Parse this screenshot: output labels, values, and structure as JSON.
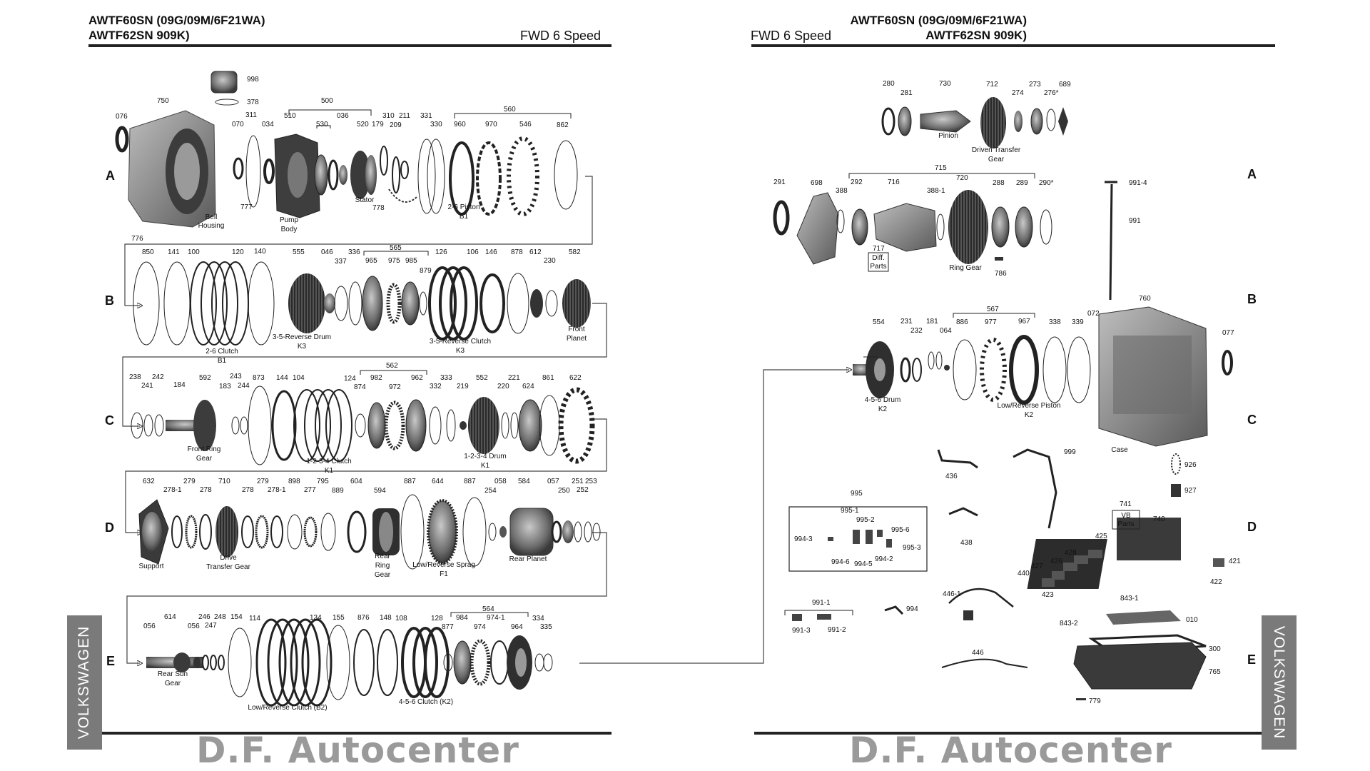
{
  "left_page": {
    "header_line1": "AWTF60SN (09G/09M/6F21WA)",
    "header_line2": "AWTF62SN 909K)",
    "subtitle": "FWD 6 Speed",
    "side_tab": "VOLKSWAGEN",
    "watermark": "D.F. Autocenter"
  },
  "right_page": {
    "header_line1": "AWTF60SN (09G/09M/6F21WA)",
    "header_line2": "AWTF62SN 909K)",
    "subtitle": "FWD 6 Speed",
    "side_tab": "VOLKSWAGEN",
    "watermark": "D.F. Autocenter"
  },
  "rows": [
    "A",
    "B",
    "C",
    "D",
    "E"
  ],
  "left_numbers": {
    "A": [
      "998",
      "378",
      "750",
      "311",
      "034",
      "070",
      "500",
      "510",
      "530",
      "036",
      "520",
      "179",
      "310",
      "209",
      "211",
      "331",
      "330",
      "560",
      "960",
      "970",
      "546",
      "862",
      "076",
      "777",
      "778"
    ],
    "B": [
      "776",
      "850",
      "141",
      "100",
      "120",
      "140",
      "555",
      "046",
      "337",
      "336",
      "565",
      "965",
      "975",
      "985",
      "879",
      "126",
      "106",
      "146",
      "878",
      "612",
      "230",
      "582"
    ],
    "C": [
      "238",
      "241",
      "242",
      "184",
      "592",
      "183",
      "243",
      "244",
      "873",
      "144",
      "104",
      "124",
      "562",
      "874",
      "982",
      "972",
      "962",
      "333",
      "332",
      "219",
      "552",
      "220",
      "221",
      "624",
      "861",
      "622"
    ],
    "D": [
      "632",
      "278-1",
      "279",
      "278",
      "710",
      "278",
      "279",
      "278-1",
      "898",
      "277",
      "795",
      "889",
      "604",
      "594",
      "887",
      "644",
      "887",
      "254",
      "058",
      "584",
      "057",
      "250",
      "251",
      "252",
      "253"
    ],
    "E": [
      "056",
      "614",
      "056",
      "246",
      "247",
      "248",
      "154",
      "114",
      "134",
      "155",
      "876",
      "148",
      "108",
      "128",
      "877",
      "564",
      "984",
      "974-1",
      "974",
      "964",
      "334",
      "335"
    ]
  },
  "left_labels": {
    "bell": [
      "Bell",
      "Housing"
    ],
    "pump": [
      "Pump",
      "Body"
    ],
    "stator": "Stator",
    "piston26": [
      "2-6 Piston",
      "B1"
    ],
    "drum35": [
      "3-5-Reverse Drum",
      "K3"
    ],
    "clutch35": [
      "3-5-Reverse Clutch",
      "K3"
    ],
    "clutch26": [
      "2-6 Clutch",
      "B1"
    ],
    "front_planet": [
      "Front",
      "Planet"
    ],
    "front_ring": [
      "Front Ring",
      "Gear"
    ],
    "clutch1234": [
      "1-2-3-4 Clutch",
      "K1"
    ],
    "drum1234": [
      "1-2-3-4 Drum",
      "K1"
    ],
    "support": "Support",
    "drive_transfer": [
      "Drive",
      "Transfer Gear"
    ],
    "rear_ring": [
      "Rear",
      "Ring",
      "Gear"
    ],
    "lr_sprag": [
      "Low/Reverse Sprag",
      "F1"
    ],
    "rear_planet": "Rear Planet",
    "rear_sun": [
      "Rear Sun",
      "Gear"
    ],
    "lr_clutch": "Low/Reverse Clutch (B2)",
    "clutch456": "4-5-6  Clutch (K2)"
  },
  "right_numbers": {
    "top": [
      "280",
      "281",
      "730",
      "712",
      "274",
      "273",
      "276*",
      "689"
    ],
    "A": [
      "291",
      "698",
      "715",
      "388",
      "292",
      "716",
      "388-1",
      "720",
      "288",
      "289",
      "290*",
      "991-4",
      "991",
      "717",
      "786"
    ],
    "B": [
      "567",
      "554",
      "231",
      "232",
      "181",
      "064",
      "886",
      "977",
      "967",
      "338",
      "339",
      "072",
      "760",
      "077"
    ],
    "C": [
      "999",
      "436",
      "926",
      "927"
    ],
    "D": [
      "995",
      "995-1",
      "995-2",
      "995-6",
      "994-3",
      "995-3",
      "994-6",
      "994-5",
      "994-2",
      "438",
      "741",
      "740",
      "425",
      "428",
      "426",
      "427",
      "440",
      "423",
      "421",
      "422"
    ],
    "E": [
      "991-1",
      "994",
      "991-3",
      "991-2",
      "446-1",
      "843-1",
      "010",
      "843-2",
      "446",
      "300",
      "765",
      "779"
    ]
  },
  "right_labels": {
    "pinion": "Pinion",
    "driven_transfer": [
      "Driven Transfer",
      "Gear"
    ],
    "diff_parts": [
      "Diff.",
      "Parts"
    ],
    "ring_gear": "Ring Gear",
    "drum456": [
      "4-5-6 Drum",
      "K2"
    ],
    "lr_piston": [
      "Low/Reverse Piston",
      "K2"
    ],
    "case": "Case",
    "vb_parts": [
      "VB",
      "Parts"
    ]
  }
}
